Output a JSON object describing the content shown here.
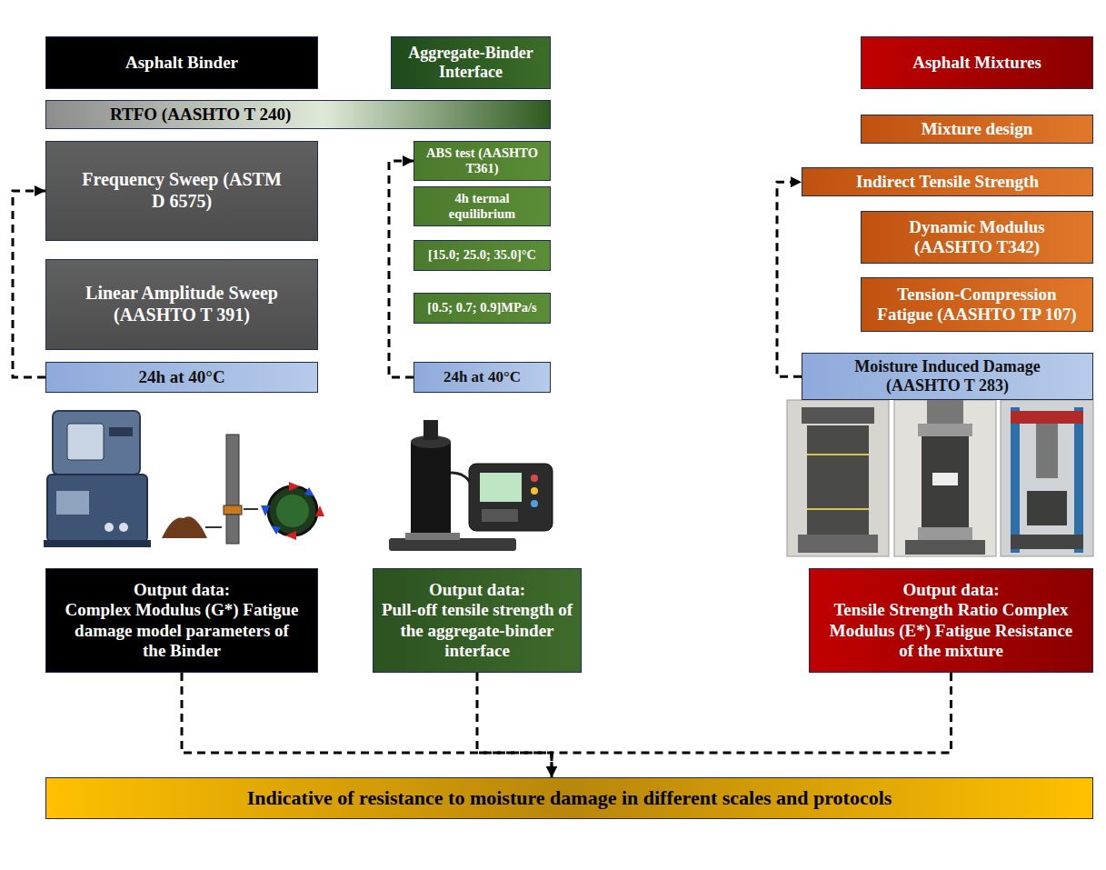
{
  "diagram": {
    "nodes": [
      {
        "text": [
          "Asphalt Binder"
        ]
      },
      {
        "text": [
          "Aggregate-Binder Interface"
        ]
      },
      {
        "text": [
          "Asphalt Mixtures"
        ]
      },
      {
        "text": [
          "RTFO (AASHTO T 240)"
        ]
      },
      {
        "text": [
          "Mixture design"
        ]
      },
      {
        "text": [
          "Frequency Sweep (ASTM D 6575)"
        ]
      },
      {
        "text": [
          "ABS test (AASHTO T361)"
        ]
      },
      {
        "text": [
          "Indirect Tensile Strength"
        ]
      },
      {
        "text": [
          "4h termal equilibrium"
        ]
      },
      {
        "text": [
          "Dynamic Modulus (AASHTO T342)"
        ]
      },
      {
        "text": [
          "Linear Amplitude Sweep (AASHTO T 391)"
        ]
      },
      {
        "text": [
          "[15.0; 25.0; 35.0]°C"
        ]
      },
      {
        "text": [
          "Tension-Compression Fatigue (AASHTO TP 107)"
        ]
      },
      {
        "text": [
          "[0.5; 0.7; 0.9]MPa/s"
        ]
      },
      {
        "text": [
          "24h at 40°C"
        ]
      },
      {
        "text": [
          "24h at 40°C"
        ]
      },
      {
        "text": [
          "Moisture Induced Damage (AASHTO T 283)"
        ]
      },
      {
        "text": [
          "Output data:",
          "Complex Modulus (G*) Fatigue damage model parameters of the Binder"
        ]
      },
      {
        "text": [
          "Output data:",
          "Pull-off tensile strength of the aggregate-binder interface"
        ]
      },
      {
        "text": [
          "Output data:",
          "Tensile Strength Ratio Complex Modulus (E*) Fatigue Resistance of the mixture"
        ]
      },
      {
        "text": [
          "Indicative of resistance to moisture damage in different scales and protocols"
        ]
      }
    ],
    "edges": [
      {
        "from": 14,
        "to": 5,
        "arrow": "to"
      },
      {
        "from": 15,
        "to": 6,
        "arrow": "to"
      },
      {
        "from": 16,
        "to": 7,
        "arrow": "to"
      },
      {
        "from": 17,
        "to": 20,
        "arrow": "to"
      },
      {
        "from": 18,
        "to": 20,
        "arrow": "to"
      },
      {
        "from": 19,
        "to": 20,
        "arrow": "to"
      }
    ]
  }
}
